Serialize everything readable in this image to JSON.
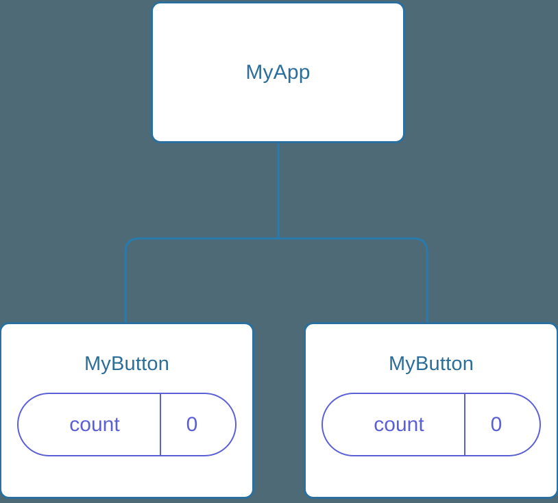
{
  "diagram": {
    "title": "component-tree",
    "background_color": "#4d6a76",
    "node_border_color": "#2a6f9e",
    "node_fill_color": "#ffffff",
    "node_label_color": "#2d6e99",
    "edge_color": "#2a7bad",
    "state_color": "#5b5fd6"
  },
  "root": {
    "label": "MyApp"
  },
  "children": [
    {
      "label": "MyButton",
      "state": {
        "key": "count",
        "value": "0"
      }
    },
    {
      "label": "MyButton",
      "state": {
        "key": "count",
        "value": "0"
      }
    }
  ]
}
